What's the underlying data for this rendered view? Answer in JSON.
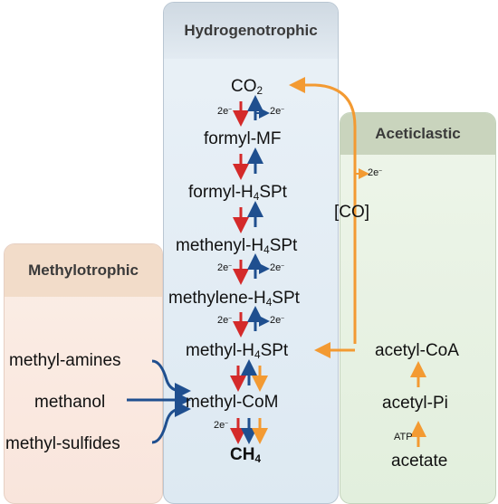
{
  "panels": {
    "hydrogenotrophic": "Hydrogenotrophic",
    "aceticlastic": "Aceticlastic",
    "methylotrophic": "Methylotrophic"
  },
  "hydro_labels": {
    "co2_main": "CO",
    "co2_sub": "2",
    "formyl_mf": "formyl-MF",
    "formyl_h4spt_pre": "formyl-H",
    "formyl_h4spt_sub": "4",
    "formyl_h4spt_post": "SPt",
    "methenyl_pre": "methenyl-H",
    "methenyl_sub": "4",
    "methenyl_post": "SPt",
    "methylene_pre": "methylene-H",
    "methylene_sub": "4",
    "methylene_post": "SPt",
    "methyl_h4spt_pre": "methyl-H",
    "methyl_h4spt_sub": "4",
    "methyl_h4spt_post": "SPt",
    "methyl_com": "methyl-CoM",
    "ch4_main": "CH",
    "ch4_sub": "4"
  },
  "aceti_labels": {
    "co": "[CO]",
    "acetyl_coa": "acetyl-CoA",
    "acetyl_pi": "acetyl-Pi",
    "acetate": "acetate",
    "atp": "ATP"
  },
  "methylo_labels": {
    "methyl_amines": "methyl-amines",
    "methanol": "methanol",
    "methyl_sulfides": "methyl-sulfides"
  },
  "electron": {
    "main": "2e",
    "sup": "−"
  },
  "colors": {
    "reductive": "#d42a2a",
    "oxidative": "#1f4f8f",
    "aceticlastic": "#f39a32",
    "methylotrophic": "#1f4f8f"
  }
}
